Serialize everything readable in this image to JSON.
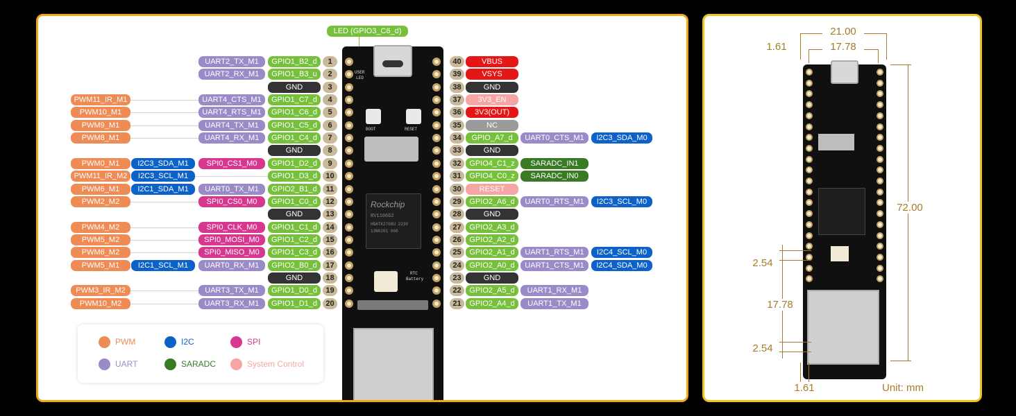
{
  "colors": {
    "PWM": "#ef8b55",
    "UART": "#9a8ac8",
    "I2C": "#0d62c9",
    "SPI": "#d8378f",
    "SARADC": "#3a7a24",
    "SYS": "#f6a5a5",
    "GPIO": "#76c03c",
    "GND": "#333333",
    "PWR": "#e51616",
    "NC": "#9a9a9a",
    "NUM": "#c9b99a"
  },
  "led_label": "LED (GPIO3_C6_d)",
  "left_pins": [
    {
      "n": "1",
      "gpio": "GPIO1_B2_d",
      "f1": "UART2_TX_M1",
      "f1c": "UART",
      "f2": "",
      "f2c": "",
      "f3": "",
      "f3c": ""
    },
    {
      "n": "2",
      "gpio": "GPIO1_B3_u",
      "f1": "UART2_RX_M1",
      "f1c": "UART",
      "f2": "",
      "f2c": "",
      "f3": "",
      "f3c": ""
    },
    {
      "n": "3",
      "gpio": "GND",
      "gnd": true,
      "f1": "",
      "f1c": "",
      "f2": "",
      "f2c": "",
      "f3": "",
      "f3c": ""
    },
    {
      "n": "4",
      "gpio": "GPIO1_C7_d",
      "f1": "UART4_CTS_M1",
      "f1c": "UART",
      "f2": "",
      "f2c": "",
      "f3": "PWM11_IR_M1",
      "f3c": "PWM"
    },
    {
      "n": "5",
      "gpio": "GPIO1_C6_d",
      "f1": "UART4_RTS_M1",
      "f1c": "UART",
      "f2": "",
      "f2c": "",
      "f3": "PWM10_M1",
      "f3c": "PWM"
    },
    {
      "n": "6",
      "gpio": "GPIO1_C5_d",
      "f1": "UART4_TX_M1",
      "f1c": "UART",
      "f2": "",
      "f2c": "",
      "f3": "PWM9_M1",
      "f3c": "PWM"
    },
    {
      "n": "7",
      "gpio": "GPIO1_C4_d",
      "f1": "UART4_RX_M1",
      "f1c": "UART",
      "f2": "",
      "f2c": "",
      "f3": "PWM8_M1",
      "f3c": "PWM"
    },
    {
      "n": "8",
      "gpio": "GND",
      "gnd": true,
      "f1": "",
      "f1c": "",
      "f2": "",
      "f2c": "",
      "f3": "",
      "f3c": ""
    },
    {
      "n": "9",
      "gpio": "GPIO1_D2_d",
      "f1": "SPI0_CS1_M0",
      "f1c": "SPI",
      "f2": "I2C3_SDA_M1",
      "f2c": "I2C",
      "f3": "PWM0_M1",
      "f3c": "PWM"
    },
    {
      "n": "10",
      "gpio": "GPIO1_D3_d",
      "f1": "",
      "f1c": "",
      "f2": "I2C3_SCL_M1",
      "f2c": "I2C",
      "f3": "PWM11_IR_M2",
      "f3c": "PWM"
    },
    {
      "n": "11",
      "gpio": "GPIO2_B1_d",
      "f1": "UART0_TX_M1",
      "f1c": "UART",
      "f2": "I2C1_SDA_M1",
      "f2c": "I2C",
      "f3": "PWM6_M1",
      "f3c": "PWM"
    },
    {
      "n": "12",
      "gpio": "GPIO1_C0_d",
      "f1": "SPI0_CS0_M0",
      "f1c": "SPI",
      "f2": "",
      "f2c": "",
      "f3": "PWM2_M2",
      "f3c": "PWM"
    },
    {
      "n": "13",
      "gpio": "GND",
      "gnd": true,
      "f1": "",
      "f1c": "",
      "f2": "",
      "f2c": "",
      "f3": "",
      "f3c": ""
    },
    {
      "n": "14",
      "gpio": "GPIO1_C1_d",
      "f1": "SPI0_CLK_M0",
      "f1c": "SPI",
      "f2": "",
      "f2c": "",
      "f3": "PWM4_M2",
      "f3c": "PWM"
    },
    {
      "n": "15",
      "gpio": "GPIO1_C2_d",
      "f1": "SPI0_MOSI_M0",
      "f1c": "SPI",
      "f2": "",
      "f2c": "",
      "f3": "PWM5_M2",
      "f3c": "PWM"
    },
    {
      "n": "16",
      "gpio": "GPIO1_C3_d",
      "f1": "SPI0_MISO_M0",
      "f1c": "SPI",
      "f2": "",
      "f2c": "",
      "f3": "PWM6_M2",
      "f3c": "PWM"
    },
    {
      "n": "17",
      "gpio": "GPIO2_B0_d",
      "f1": "UART0_RX_M1",
      "f1c": "UART",
      "f2": "I2C1_SCL_M1",
      "f2c": "I2C",
      "f3": "PWM5_M1",
      "f3c": "PWM"
    },
    {
      "n": "18",
      "gpio": "GND",
      "gnd": true,
      "f1": "",
      "f1c": "",
      "f2": "",
      "f2c": "",
      "f3": "",
      "f3c": ""
    },
    {
      "n": "19",
      "gpio": "GPIO1_D0_d",
      "f1": "UART3_TX_M1",
      "f1c": "UART",
      "f2": "",
      "f2c": "",
      "f3": "PWM3_IR_M2",
      "f3c": "PWM"
    },
    {
      "n": "20",
      "gpio": "GPIO1_D1_d",
      "f1": "UART3_RX_M1",
      "f1c": "UART",
      "f2": "",
      "f2c": "",
      "f3": "PWM10_M2",
      "f3c": "PWM"
    }
  ],
  "right_pins": [
    {
      "n": "40",
      "main": "VBUS",
      "mc": "PWR",
      "f1": "",
      "f1c": "",
      "f2": "",
      "f2c": ""
    },
    {
      "n": "39",
      "main": "VSYS",
      "mc": "PWR",
      "f1": "",
      "f1c": "",
      "f2": "",
      "f2c": ""
    },
    {
      "n": "38",
      "main": "GND",
      "mc": "GND",
      "f1": "",
      "f1c": "",
      "f2": "",
      "f2c": ""
    },
    {
      "n": "37",
      "main": "3V3_EN",
      "mc": "SYS",
      "f1": "",
      "f1c": "",
      "f2": "",
      "f2c": ""
    },
    {
      "n": "36",
      "main": "3V3(OUT)",
      "mc": "PWR",
      "f1": "",
      "f1c": "",
      "f2": "",
      "f2c": ""
    },
    {
      "n": "35",
      "main": "NC",
      "mc": "NC",
      "f1": "",
      "f1c": "",
      "f2": "",
      "f2c": ""
    },
    {
      "n": "34",
      "main": "GPIO_A7_d",
      "mc": "GPIO",
      "f1": "UART0_CTS_M1",
      "f1c": "UART",
      "f2": "I2C3_SDA_M0",
      "f2c": "I2C"
    },
    {
      "n": "33",
      "main": "GND",
      "mc": "GND",
      "f1": "",
      "f1c": "",
      "f2": "",
      "f2c": ""
    },
    {
      "n": "32",
      "main": "GPIO4_C1_z",
      "mc": "GPIO",
      "f1": "SARADC_IN1",
      "f1c": "SARADC",
      "f2": "",
      "f2c": ""
    },
    {
      "n": "31",
      "main": "GPIO4_C0_z",
      "mc": "GPIO",
      "f1": "SARADC_IN0",
      "f1c": "SARADC",
      "f2": "",
      "f2c": ""
    },
    {
      "n": "30",
      "main": "RESET",
      "mc": "SYS",
      "f1": "",
      "f1c": "",
      "f2": "",
      "f2c": ""
    },
    {
      "n": "29",
      "main": "GPIO2_A6_d",
      "mc": "GPIO",
      "f1": "UART0_RTS_M1",
      "f1c": "UART",
      "f2": "I2C3_SCL_M0",
      "f2c": "I2C"
    },
    {
      "n": "28",
      "main": "GND",
      "mc": "GND",
      "f1": "",
      "f1c": "",
      "f2": "",
      "f2c": ""
    },
    {
      "n": "27",
      "main": "GPIO2_A3_d",
      "mc": "GPIO",
      "f1": "",
      "f1c": "",
      "f2": "",
      "f2c": ""
    },
    {
      "n": "26",
      "main": "GPIO2_A2_d",
      "mc": "GPIO",
      "f1": "",
      "f1c": "",
      "f2": "",
      "f2c": ""
    },
    {
      "n": "25",
      "main": "GPIO2_A1_d",
      "mc": "GPIO",
      "f1": "UART1_RTS_M1",
      "f1c": "UART",
      "f2": "I2C4_SCL_M0",
      "f2c": "I2C"
    },
    {
      "n": "24",
      "main": "GPIO2_A0_d",
      "mc": "GPIO",
      "f1": "UART1_CTS_M1",
      "f1c": "UART",
      "f2": "I2C4_SDA_M0",
      "f2c": "I2C"
    },
    {
      "n": "23",
      "main": "GND",
      "mc": "GND",
      "f1": "",
      "f1c": "",
      "f2": "",
      "f2c": ""
    },
    {
      "n": "22",
      "main": "GPIO2_A5_d",
      "mc": "GPIO",
      "f1": "UART1_RX_M1",
      "f1c": "UART",
      "f2": "",
      "f2c": ""
    },
    {
      "n": "21",
      "main": "GPIO2_A4_d",
      "mc": "GPIO",
      "f1": "UART1_TX_M1",
      "f1c": "UART",
      "f2": "",
      "f2c": ""
    }
  ],
  "legend": [
    {
      "label": "PWM",
      "c": "PWM"
    },
    {
      "label": "I2C",
      "c": "I2C"
    },
    {
      "label": "SPI",
      "c": "SPI"
    },
    {
      "label": "UART",
      "c": "UART"
    },
    {
      "label": "SARADC",
      "c": "SARADC"
    },
    {
      "label": "System Control",
      "c": "SYS"
    }
  ],
  "board": {
    "boot": "BOOT",
    "reset": "RESET",
    "brand": "Rockchip",
    "chip1": "RV1106G2",
    "chip2": "HBATK2708U 2230",
    "chip3": "13N0201 000",
    "rtc": "RTC",
    "battery": "Battery",
    "user": "USER",
    "led": "LED"
  },
  "dims": {
    "d21": "21.00",
    "d1778t": "17.78",
    "d161t": "1.61",
    "d72": "72.00",
    "d254a": "2.54",
    "d1778m": "17.78",
    "d254b": "2.54",
    "d161b": "1.61",
    "unit": "Unit: mm"
  }
}
